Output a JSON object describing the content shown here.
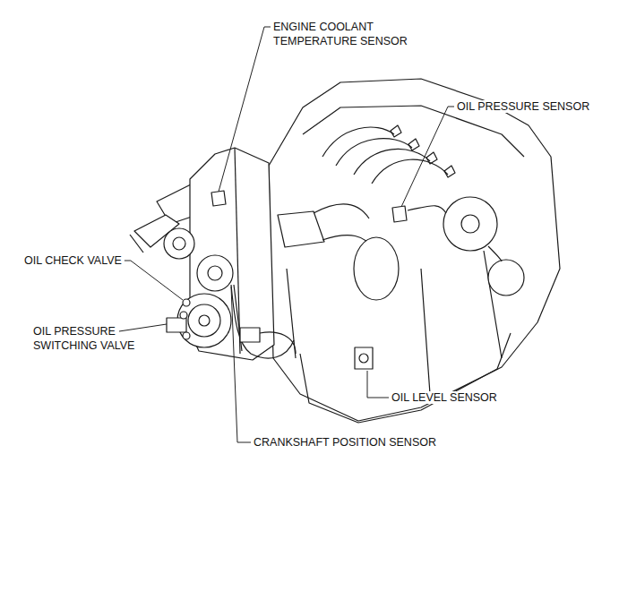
{
  "diagram": {
    "labels": [
      "ENGINE COOLANT TEMPERATURE SENSOR",
      "OIL PRESSURE SENSOR",
      "OIL CHECK VALVE",
      "OIL PRESSURE SWITCHING VALVE",
      "OIL LEVEL SENSOR",
      "CRANKSHAFT POSITION SENSOR"
    ]
  }
}
